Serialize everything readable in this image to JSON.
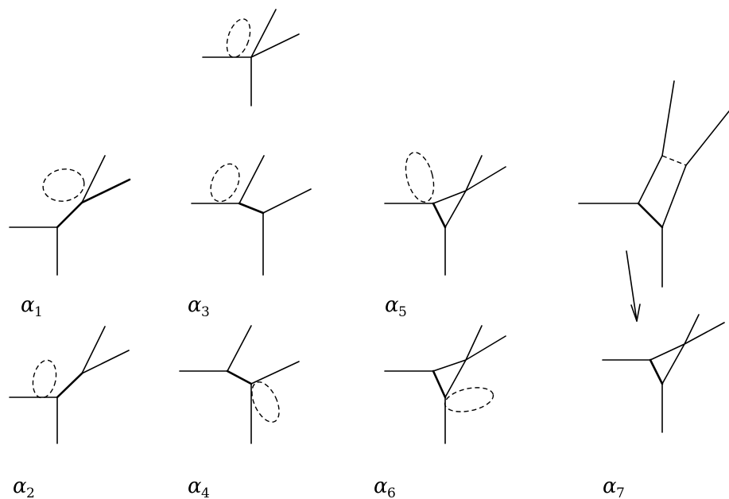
{
  "labels": {
    "a1": {
      "greek": "α",
      "sub": "1"
    },
    "a2": {
      "greek": "α",
      "sub": "2"
    },
    "a3": {
      "greek": "α",
      "sub": "3"
    },
    "a4": {
      "greek": "α",
      "sub": "4"
    },
    "a5": {
      "greek": "α",
      "sub": "5"
    },
    "a6": {
      "greek": "α",
      "sub": "6"
    },
    "a7": {
      "greek": "α",
      "sub": "7"
    }
  }
}
